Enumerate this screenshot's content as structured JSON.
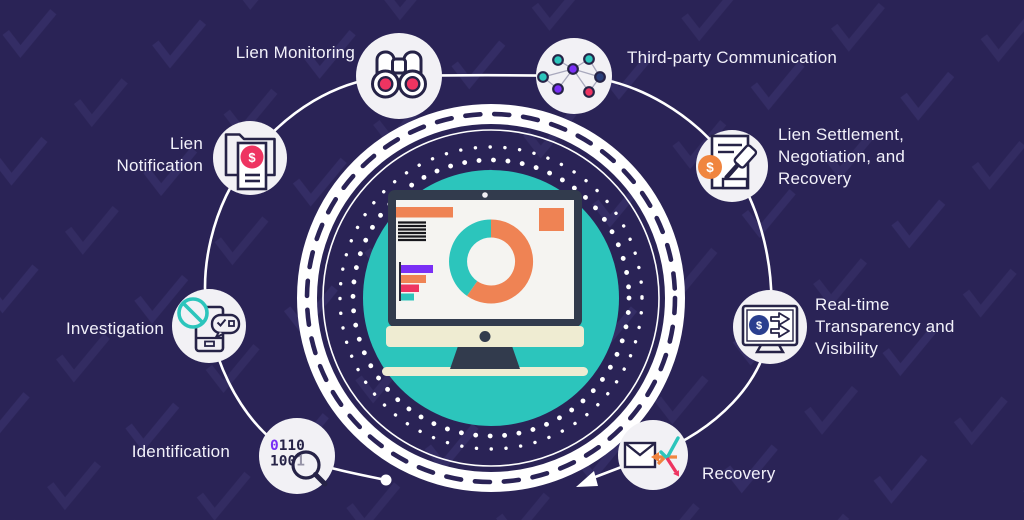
{
  "meta": {
    "description": "Lien management lifecycle infographic with eight steps arranged around a computer dashboard illustration"
  },
  "steps": [
    {
      "id": "lien-monitoring",
      "label": "Lien Monitoring",
      "icon": "binoculars-icon"
    },
    {
      "id": "lien-notification",
      "label": "Lien\nNotification",
      "icon": "dollar-folder-icon"
    },
    {
      "id": "investigation",
      "label": "Investigation",
      "icon": "blocked-phone-icon"
    },
    {
      "id": "identification",
      "label": "Identification",
      "icon": "binary-magnifier-icon"
    },
    {
      "id": "third-party-communication",
      "label": "Third-party Communication",
      "icon": "network-nodes-icon"
    },
    {
      "id": "lien-settlement",
      "label": "Lien Settlement,\nNegotiation, and\nRecovery",
      "icon": "gavel-document-icon"
    },
    {
      "id": "real-time-transparency",
      "label": "Real-time\nTransparency and\nVisibility",
      "icon": "monitor-dollar-icon"
    },
    {
      "id": "recovery",
      "label": "Recovery",
      "icon": "mail-branch-arrows-icon"
    }
  ],
  "symbols": {
    "dollar": "$",
    "binary_row1_first": "0",
    "binary_row1_rest": "110",
    "binary_row2": "1001"
  },
  "colors": {
    "background": "#2a2356",
    "watermark_check": "#342d65",
    "teal": "#2cc5bc",
    "orange": "#ef8354",
    "pink": "#ee3461",
    "purple": "#7a2ff5",
    "navy_outline": "#262347",
    "dark_blue_coin": "#2a3f8f",
    "cream": "#efecd2",
    "white": "#ffffff"
  },
  "center_illustration": {
    "name": "desktop-dashboard",
    "donut_segments": [
      {
        "color": "orange",
        "percent": 60
      },
      {
        "color": "teal",
        "percent": 40
      }
    ],
    "bar_colors": [
      "purple",
      "orange",
      "pink",
      "teal"
    ]
  }
}
